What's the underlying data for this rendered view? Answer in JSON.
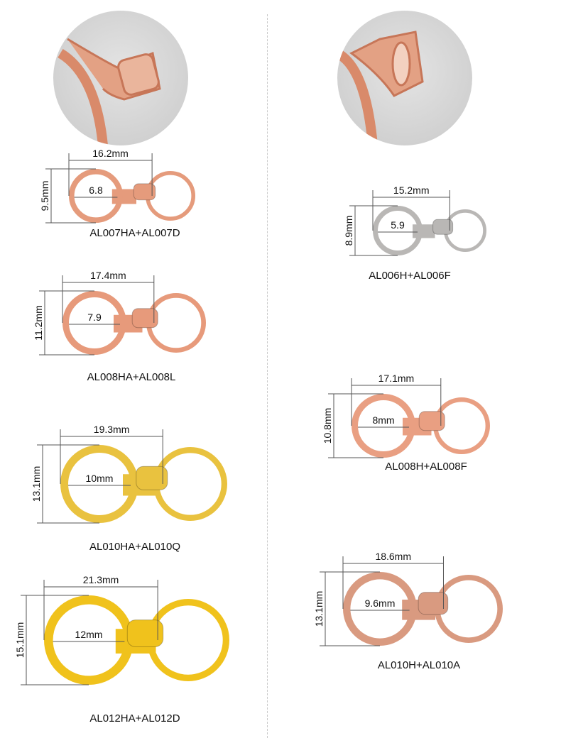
{
  "left_column": {
    "closeup_photo": "rose-gold-hook-closeup",
    "products": [
      {
        "model": "AL007HA+AL007D",
        "width": "16.2mm",
        "height": "9.5mm",
        "inner": "6.8",
        "color": "#e59b7c"
      },
      {
        "model": "AL008HA+AL008L",
        "width": "17.4mm",
        "height": "11.2mm",
        "inner": "7.9",
        "color": "#e79a7b"
      },
      {
        "model": "AL010HA+AL010Q",
        "width": "19.3mm",
        "height": "13.1mm",
        "inner": "10mm",
        "color": "#e9c23f"
      },
      {
        "model": "AL012HA+AL012D",
        "width": "21.3mm",
        "height": "15.1mm",
        "inner": "12mm",
        "color": "#f0c21c"
      }
    ]
  },
  "right_column": {
    "closeup_photo": "rose-gold-hook-closeup",
    "products": [
      {
        "model": "AL006H+AL006F",
        "width": "15.2mm",
        "height": "8.9mm",
        "inner": "5.9",
        "color": "#b9b7b5"
      },
      {
        "model": "AL008H+AL008F",
        "width": "17.1mm",
        "height": "10.8mm",
        "inner": "8mm",
        "color": "#e99f82"
      },
      {
        "model": "AL010H+AL010A",
        "width": "18.6mm",
        "height": "13.1mm",
        "inner": "9.6mm",
        "color": "#d99a80"
      }
    ]
  }
}
